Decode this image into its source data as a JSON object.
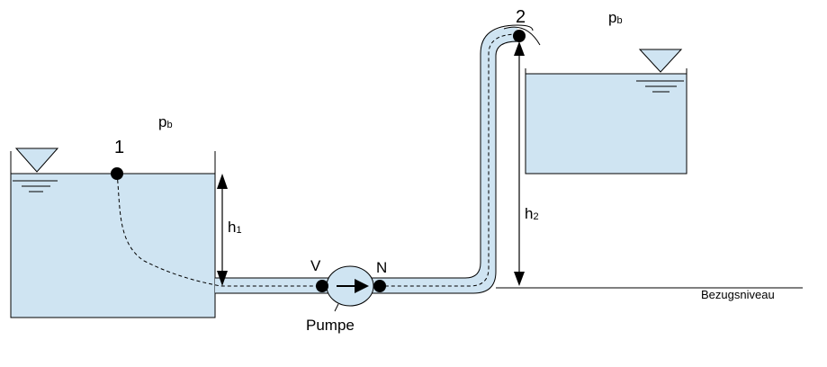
{
  "labels": {
    "point1": "1",
    "point2": "2",
    "pressure_left": {
      "main": "p",
      "sub": "b"
    },
    "pressure_right": {
      "main": "p",
      "sub": "b"
    },
    "height1": {
      "main": "h",
      "sub": "1"
    },
    "height2": {
      "main": "h",
      "sub": "2"
    },
    "point_v": "V",
    "point_n": "N",
    "pump": "Pumpe",
    "reference": "Bezugsniveau"
  },
  "colors": {
    "water": "#cfe4f2",
    "pump_fill": "#cfe4f2",
    "line": "#000000",
    "triangle": "#cfe4f2"
  }
}
